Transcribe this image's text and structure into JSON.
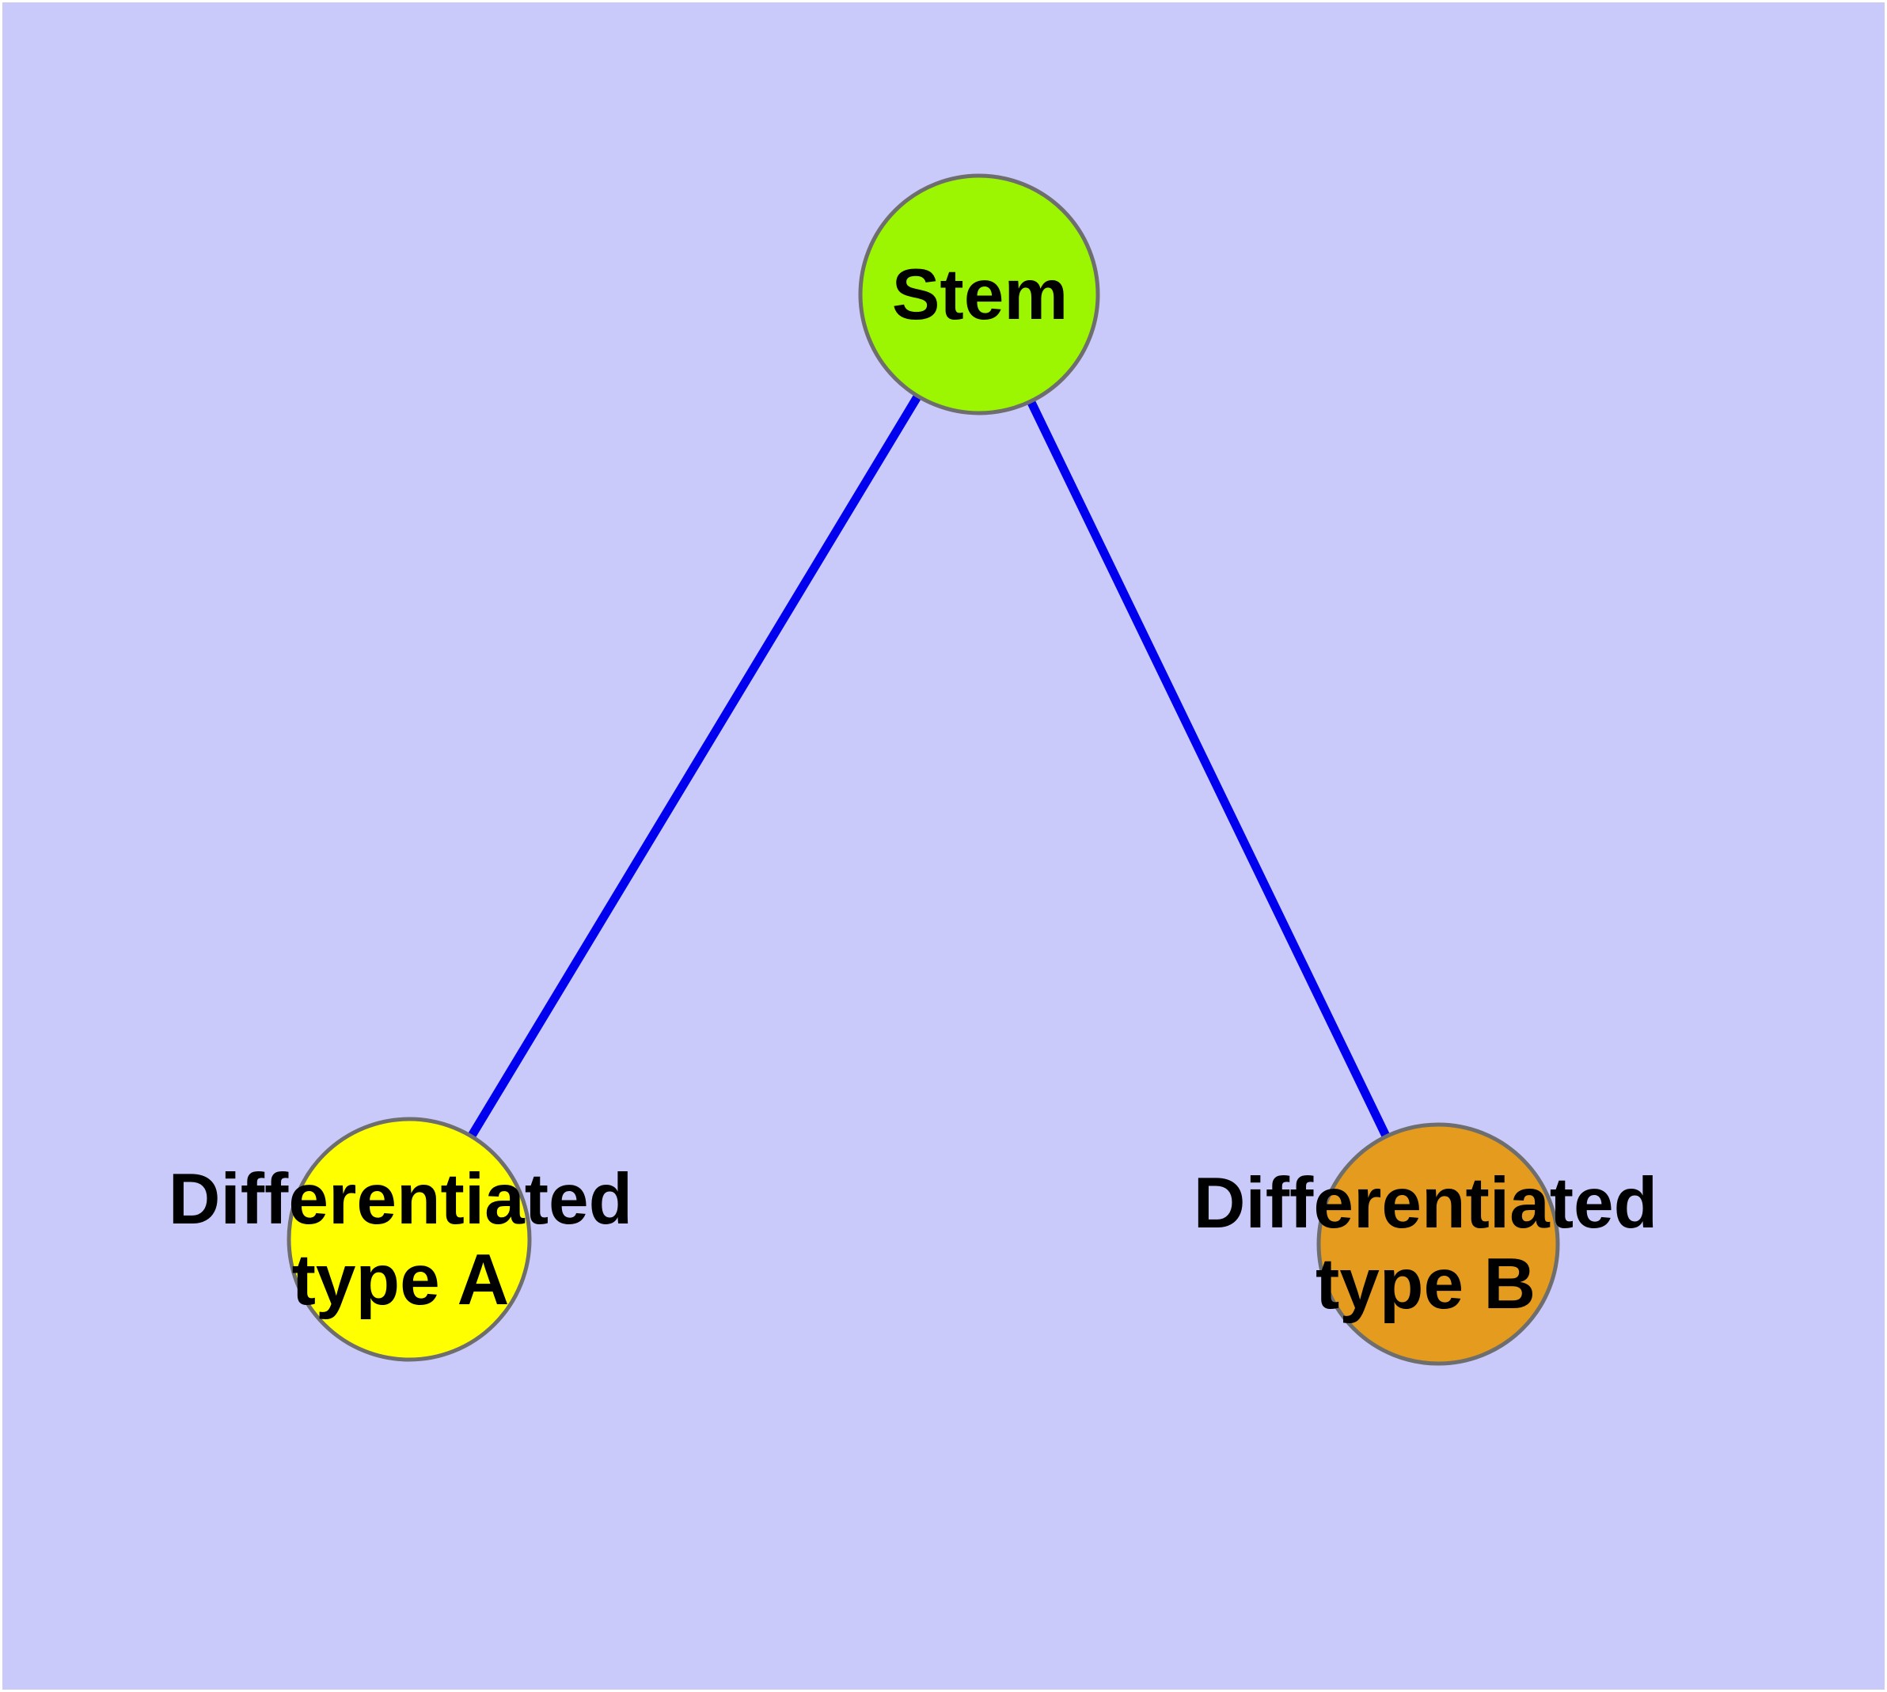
{
  "colors": {
    "background": "#cacafa",
    "frame": "#ffffff",
    "edge": "#0000ee",
    "node_border": "#6e6e6e",
    "stem_fill": "#9cf501",
    "type_a_fill": "#ffff00",
    "type_b_fill": "#e49b1e",
    "label_text": "#000000"
  },
  "graph": {
    "nodes": {
      "stem": {
        "label": "Stem"
      },
      "type_a": {
        "label_line1": "Differentiated",
        "label_line2": "type A"
      },
      "type_b": {
        "label_line1": "Differentiated",
        "label_line2": "type B"
      }
    },
    "edges": [
      {
        "from": "Stem",
        "to": "Differentiated type A"
      },
      {
        "from": "Stem",
        "to": "Differentiated type B"
      }
    ]
  }
}
